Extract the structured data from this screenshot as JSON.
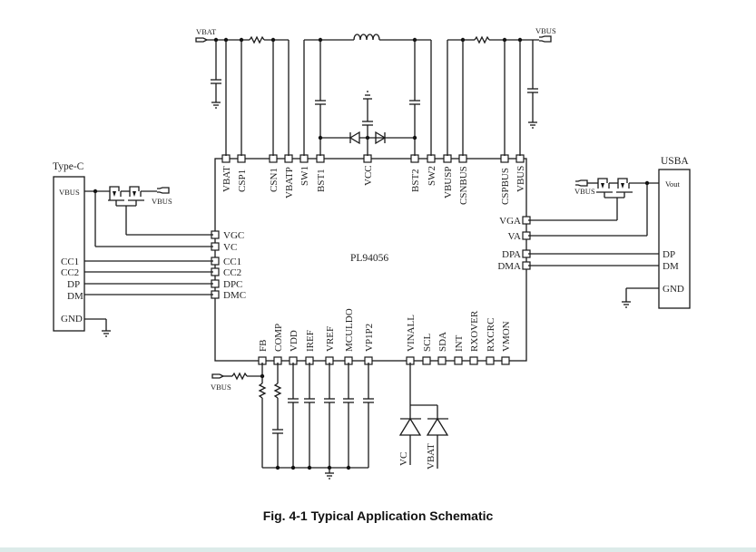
{
  "figure": {
    "caption": "Fig. 4-1 Typical Application Schematic",
    "ic_name": "PL94056"
  },
  "ic": {
    "top_pins": [
      "VBAT",
      "CSP1",
      "CSN1",
      "VBATP",
      "SW1",
      "BST1",
      "VCC",
      "BST2",
      "SW2",
      "VBUSP",
      "CSNBUS",
      "CSPBUS",
      "VBUS"
    ],
    "left_pins": [
      "VGC",
      "VC",
      "CC1",
      "CC2",
      "DPC",
      "DMC"
    ],
    "right_pins": [
      "VGA",
      "VA",
      "DPA",
      "DMA"
    ],
    "bottom_pins": [
      "FB",
      "COMP",
      "VDD",
      "IREF",
      "VREF",
      "MCULDO",
      "VP1P2",
      "VINALL",
      "SCL",
      "SDA",
      "INT",
      "RXOVER",
      "RXCRC",
      "VMON"
    ]
  },
  "typec": {
    "title": "Type-C",
    "pins": [
      "VBUS",
      "CC1",
      "CC2",
      "DP",
      "DM",
      "GND"
    ],
    "net_label": "VBUS"
  },
  "usba": {
    "title": "USBA",
    "pins": [
      "Vout",
      "DP",
      "DM",
      "GND"
    ],
    "net_label": "VBUS"
  },
  "nets": {
    "vbat_top": "VBAT",
    "vbus_top": "VBUS",
    "vbus_fb": "VBUS",
    "diode_vc": "VC",
    "diode_vbat": "VBAT"
  },
  "colors": {
    "wire": "#1a1a1a",
    "background": "#ffffff",
    "footer_bar": "#dcebe9"
  }
}
